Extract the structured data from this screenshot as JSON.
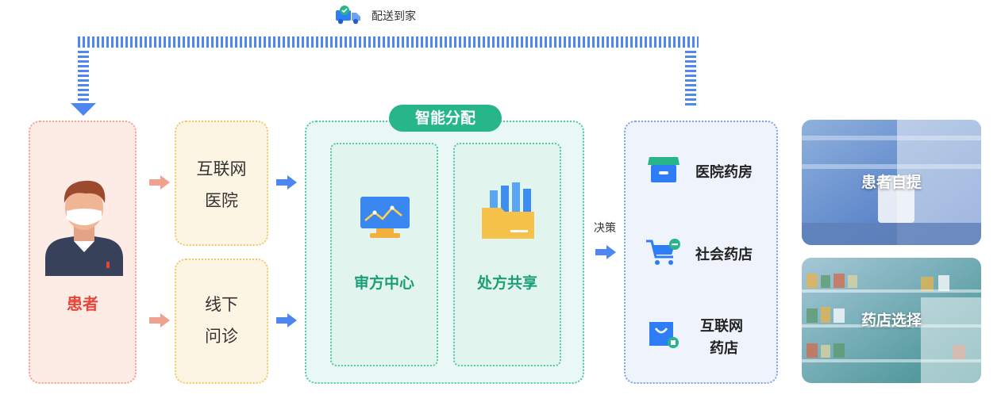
{
  "delivery": {
    "label": "配送到家"
  },
  "patient": {
    "label": "患者"
  },
  "channels": {
    "internet_hospital": [
      "互联网",
      "医院"
    ],
    "offline_consult": [
      "线下",
      "问诊"
    ]
  },
  "smart_distribution": {
    "title": "智能分配",
    "review_center": "审方中心",
    "prescription_sharing": "处方共享"
  },
  "decision": {
    "label": "决策"
  },
  "pharmacies": {
    "hospital_pharmacy": "医院药房",
    "community_pharmacy": "社会药店",
    "internet_pharmacy": [
      "互联网",
      "药店"
    ]
  },
  "pickup": {
    "self_pickup": "患者自提",
    "pharmacy_selection": "药店选择"
  },
  "colors": {
    "route_blue": "#4f86ef",
    "patient_red": "#e8453a",
    "arrow_salmon": "#f0a290",
    "accent_green": "#27b58a",
    "pharmacy_blue": "#2f7df6"
  }
}
